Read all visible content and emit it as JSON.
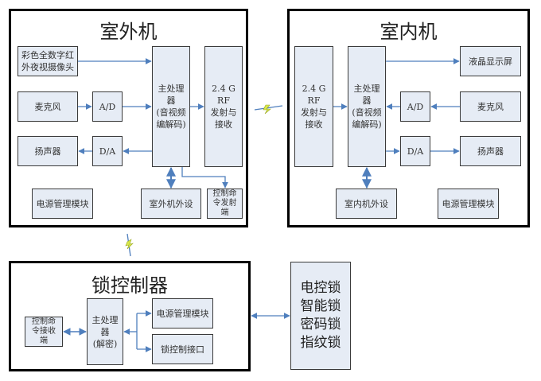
{
  "outdoor_unit": {
    "title": "室外机",
    "camera": "彩色全数字红\n外夜视摄像头",
    "microphone": "麦克风",
    "ad": "A/D",
    "speaker": "扬声器",
    "da": "D/A",
    "processor": "主处理\n器\n(音视频\n编解码)",
    "rf": "2.4 G RF\n发射与\n接收",
    "power": "电源管理模块",
    "peripheral": "室外机外设",
    "cmd_transmitter": "控制命\n令发射\n端"
  },
  "indoor_unit": {
    "title": "室内机",
    "rf": "2.4 G RF\n发射与\n接收",
    "processor": "主处理\n器\n(音视频\n编解码)",
    "lcd": "液晶显示屏",
    "ad": "A/D",
    "microphone": "麦克风",
    "da": "D/A",
    "speaker": "扬声器",
    "peripheral": "室内机外设",
    "power": "电源管理模块"
  },
  "lock_controller": {
    "title": "锁控制器",
    "cmd_receiver": "控制命\n令接收\n端",
    "processor": "主处理\n器\n(解密)",
    "power": "电源管理模块",
    "lock_interface": "锁控制接口"
  },
  "lock_types": "电控锁\n智能锁\n密码锁\n指纹锁",
  "colors": {
    "box_fill": "#e6ecf5",
    "arrow": "#4f7fbd",
    "bolt": "#d8e84a"
  }
}
